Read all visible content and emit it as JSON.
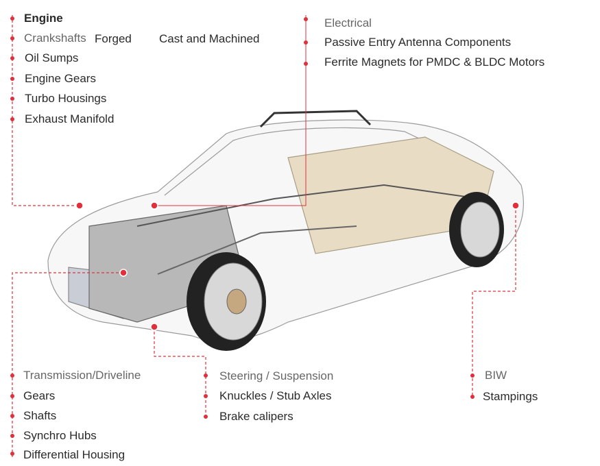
{
  "engine": {
    "heading": "Engine",
    "crankshafts_label": "Crankshafts",
    "crankshafts_forged": "Forged",
    "crankshafts_cast": "Cast and Machined",
    "items": [
      "Oil Sumps",
      "Engine Gears",
      "Turbo Housings",
      "Exhaust Manifold"
    ]
  },
  "electrical": {
    "heading": "Electrical",
    "items": [
      "Passive Entry Antenna Components",
      "Ferrite Magnets for PMDC & BLDC Motors"
    ]
  },
  "transmission": {
    "heading": "Transmission/Driveline",
    "items": [
      "Gears",
      "Shafts",
      "Synchro Hubs",
      "Differential Housing"
    ]
  },
  "steering": {
    "heading": "Steering / Suspension",
    "items": [
      "Knuckles / Stub Axles",
      "Brake calipers"
    ]
  },
  "biw": {
    "heading": "BIW",
    "items": [
      "Stampings"
    ]
  },
  "colors": {
    "accent": "#e0303c",
    "text": "#2a2a2a",
    "muted": "#666666"
  }
}
